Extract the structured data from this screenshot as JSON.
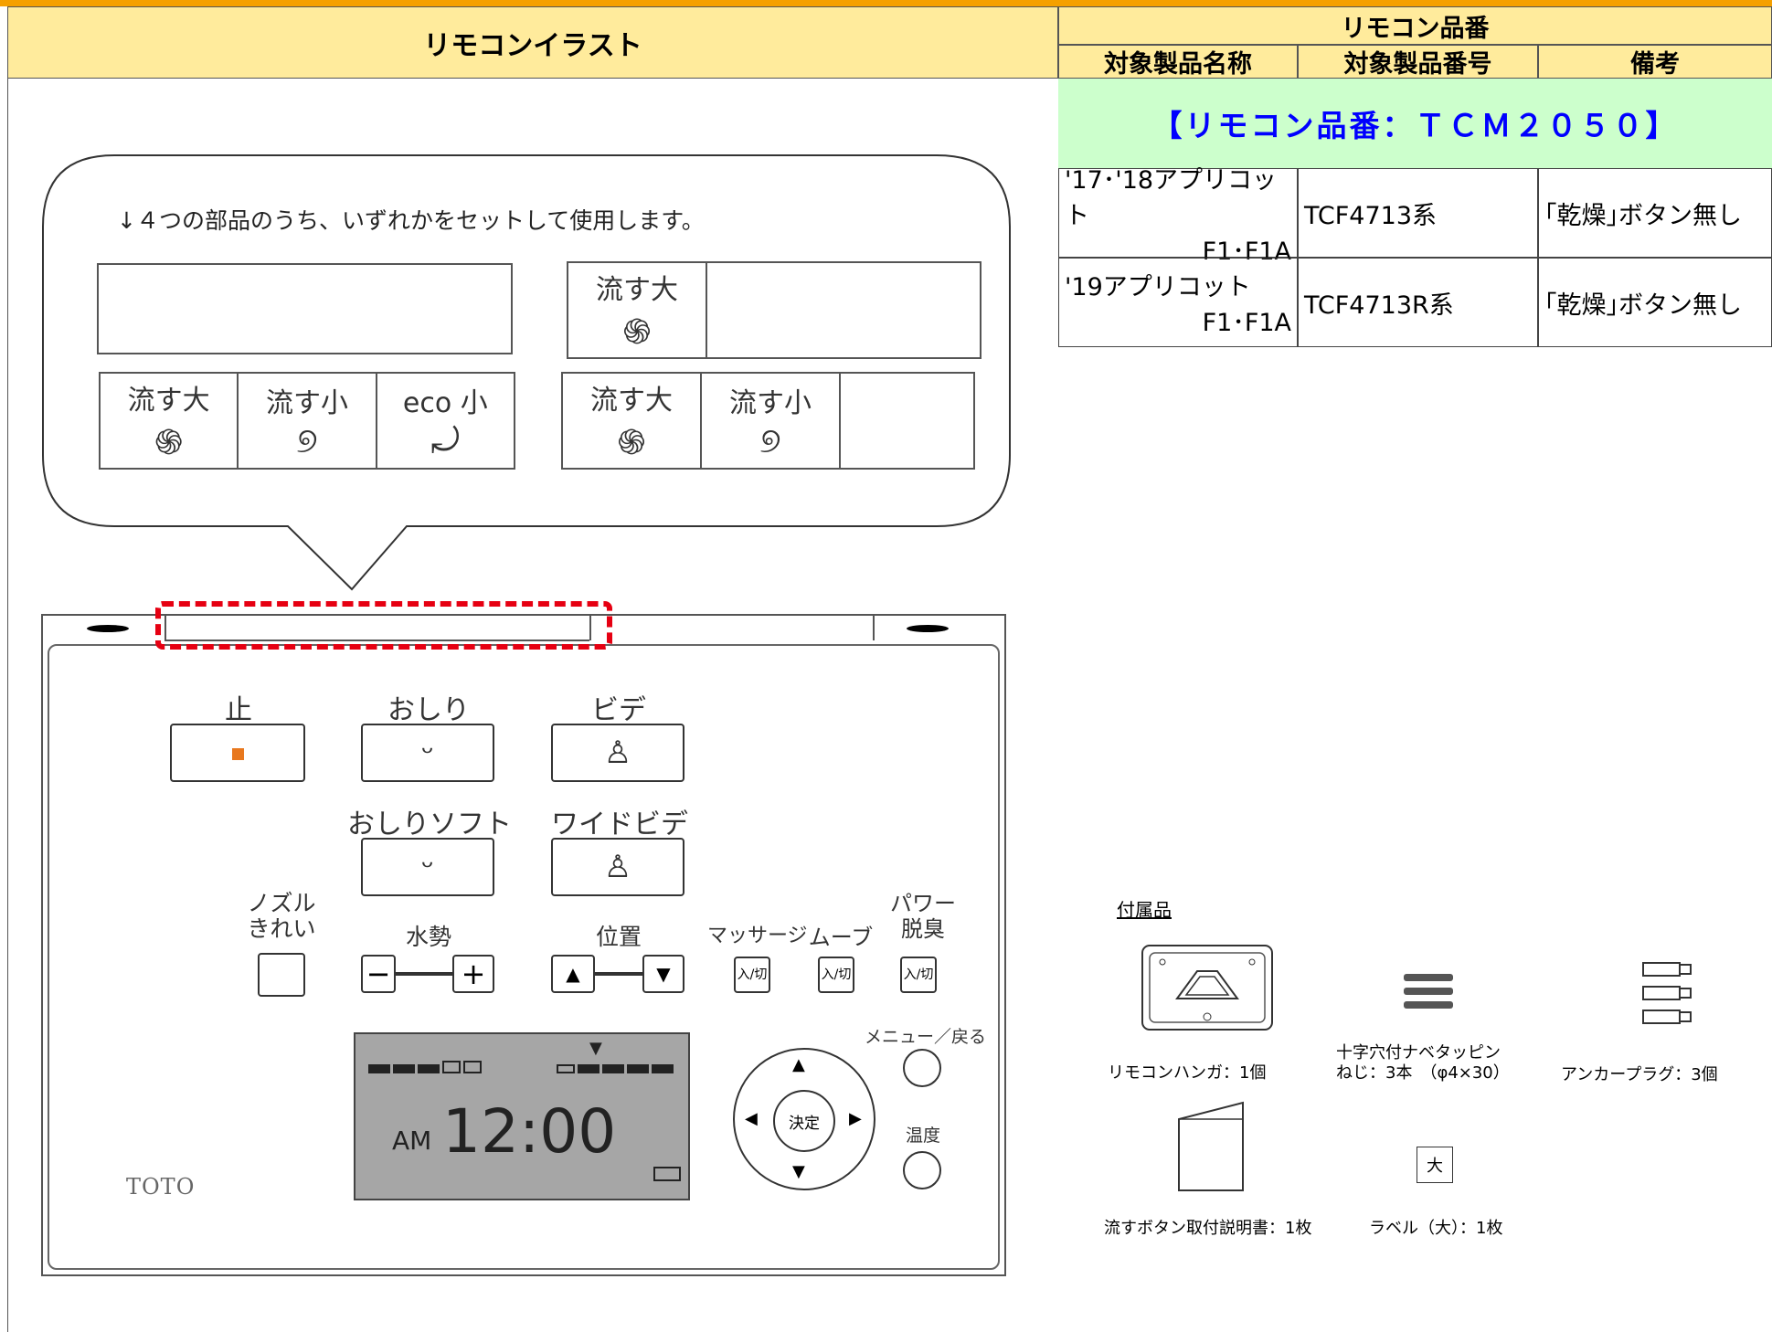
{
  "header": {
    "illustration_title": "リモコンイラスト",
    "remote_part_no": "リモコン品番",
    "col_product_name": "対象製品名称",
    "col_product_number": "対象製品番号",
    "col_remarks": "備考"
  },
  "remote_model_banner": "【リモコン品番：ＴＣＭ２０５０】",
  "rows": [
    {
      "name_line1": "'17･'18アプリコット",
      "name_line2": "F1･F1A",
      "number": "TCF4713系",
      "remarks": "｢乾燥｣ボタン無し"
    },
    {
      "name_line1": "'19アプリコット",
      "name_line2": "F1･F1A",
      "number": "TCF4713R系",
      "remarks": "｢乾燥｣ボタン無し"
    }
  ],
  "callout": {
    "note": "↓４つの部品のうち、いずれかをセットして使用します。",
    "flush_large": "流す大",
    "flush_small": "流す小",
    "eco_small": "eco 小"
  },
  "remote": {
    "stop": "止",
    "oshiri": "おしり",
    "bidet": "ビデ",
    "oshiri_soft": "おしりソフト",
    "wide_bidet": "ワイドビデ",
    "nozzle_clean_1": "ノズル",
    "nozzle_clean_2": "きれい",
    "pressure": "水勢",
    "position": "位置",
    "massage": "マッサージ",
    "move": "ムーブ",
    "power_1": "パワー",
    "power_2": "脱臭",
    "on_off": "入/切",
    "menu": "メニュー／戻る",
    "temperature": "温度",
    "enter": "決定",
    "display_am": "AM",
    "display_time": "12:00",
    "brand": "TOTO"
  },
  "accessories": {
    "title": "付属品",
    "hanger": "リモコンハンガ：1個",
    "screw_line1": "十字穴付ナベタッピン",
    "screw_line2": "ねじ：3本　（φ4×30）",
    "anchor": "アンカープラグ：3個",
    "manual": "流すボタン取付説明書：1枚",
    "label": "ラベル（大）：1枚",
    "label_char": "大"
  },
  "colors": {
    "header_bg": "#ffeb9c",
    "banner_bg": "#ccffcc",
    "banner_text": "#0000ff",
    "orange_band": "#f5a000",
    "dash_red": "#e60012"
  }
}
